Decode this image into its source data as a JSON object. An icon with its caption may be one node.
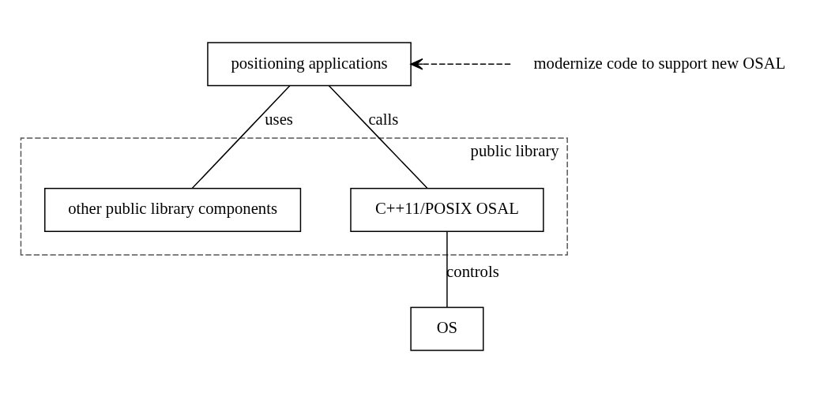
{
  "diagram": {
    "nodes": [
      {
        "text": [
          "positioning applications"
        ]
      },
      {
        "text": [
          "public library"
        ]
      },
      {
        "text": [
          "other public library components"
        ],
        "in": 1
      },
      {
        "text": [
          "C++11/POSIX OSAL"
        ],
        "in": 1
      },
      {
        "text": [
          "OS"
        ]
      },
      {
        "text": [
          "modernize code to support new OSAL"
        ]
      }
    ],
    "edges": [
      {
        "from": 0,
        "to": 2,
        "arrow": "none",
        "label": "uses"
      },
      {
        "from": 0,
        "to": 3,
        "arrow": "none",
        "label": "calls"
      },
      {
        "from": 3,
        "to": 4,
        "arrow": "none",
        "label": "controls"
      },
      {
        "from": 5,
        "to": 0,
        "arrow": "to",
        "style": "dashed"
      }
    ]
  }
}
